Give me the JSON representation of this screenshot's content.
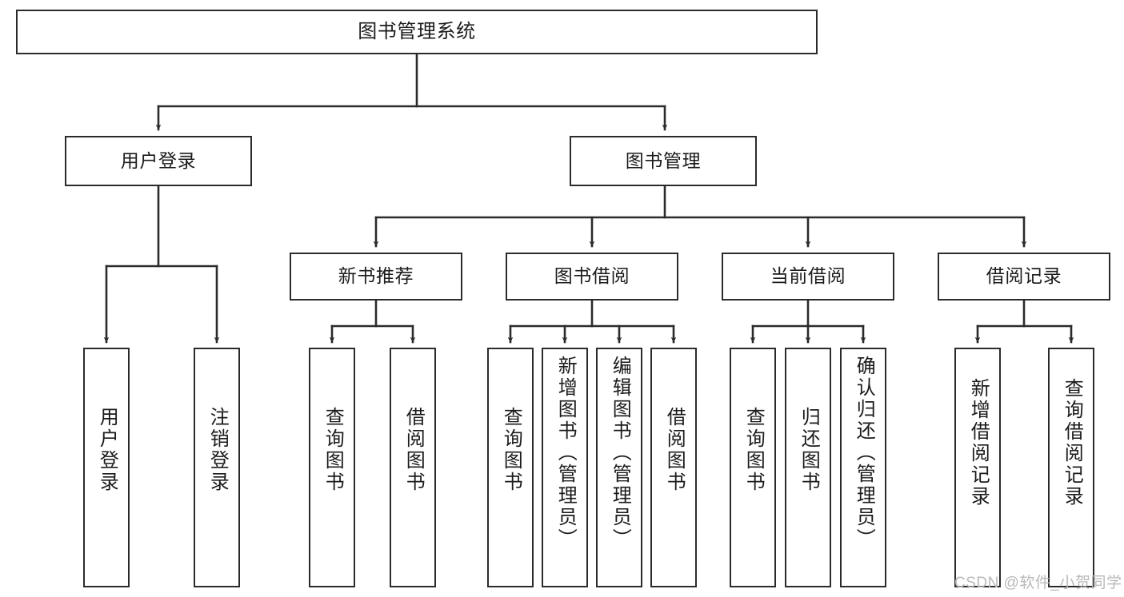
{
  "diagram": {
    "title": "图书管理系统",
    "type": "tree",
    "stroke_color": "#2b2b2b",
    "fill_color": "#ffffff",
    "background_color": "#ffffff",
    "watermark": "CSDN @软件_小贺同学"
  },
  "nodes": {
    "root": {
      "label": "图书管理系统"
    },
    "level2": [
      {
        "id": "user_login",
        "label": "用户登录"
      },
      {
        "id": "book_manage",
        "label": "图书管理"
      }
    ],
    "level3": [
      {
        "id": "new_book_rec",
        "label": "新书推荐"
      },
      {
        "id": "book_borrow",
        "label": "图书借阅"
      },
      {
        "id": "current_borrow",
        "label": "当前借阅"
      },
      {
        "id": "borrow_record",
        "label": "借阅记录"
      }
    ],
    "leaves": [
      {
        "id": "leaf_user_login",
        "label": "用户登录",
        "parent": "user_login"
      },
      {
        "id": "leaf_user_logout",
        "label": "注销登录",
        "parent": "user_login"
      },
      {
        "id": "leaf_query_book_1",
        "label": "查询图书",
        "parent": "new_book_rec"
      },
      {
        "id": "leaf_borrow_book_1",
        "label": "借阅图书",
        "parent": "new_book_rec"
      },
      {
        "id": "leaf_query_book_2",
        "label": "查询图书",
        "parent": "book_borrow"
      },
      {
        "id": "leaf_add_book",
        "label": "新增图书（管理员）",
        "parent": "book_borrow"
      },
      {
        "id": "leaf_edit_book",
        "label": "编辑图书（管理员）",
        "parent": "book_borrow"
      },
      {
        "id": "leaf_borrow_book_2",
        "label": "借阅图书",
        "parent": "book_borrow"
      },
      {
        "id": "leaf_query_book_3",
        "label": "查询图书",
        "parent": "current_borrow"
      },
      {
        "id": "leaf_return_book",
        "label": "归还图书",
        "parent": "current_borrow"
      },
      {
        "id": "leaf_confirm_return",
        "label": "确认归还（管理员）",
        "parent": "current_borrow"
      },
      {
        "id": "leaf_add_record",
        "label": "新增借阅记录",
        "parent": "borrow_record"
      },
      {
        "id": "leaf_query_record",
        "label": "查询借阅记录",
        "parent": "borrow_record"
      }
    ]
  }
}
